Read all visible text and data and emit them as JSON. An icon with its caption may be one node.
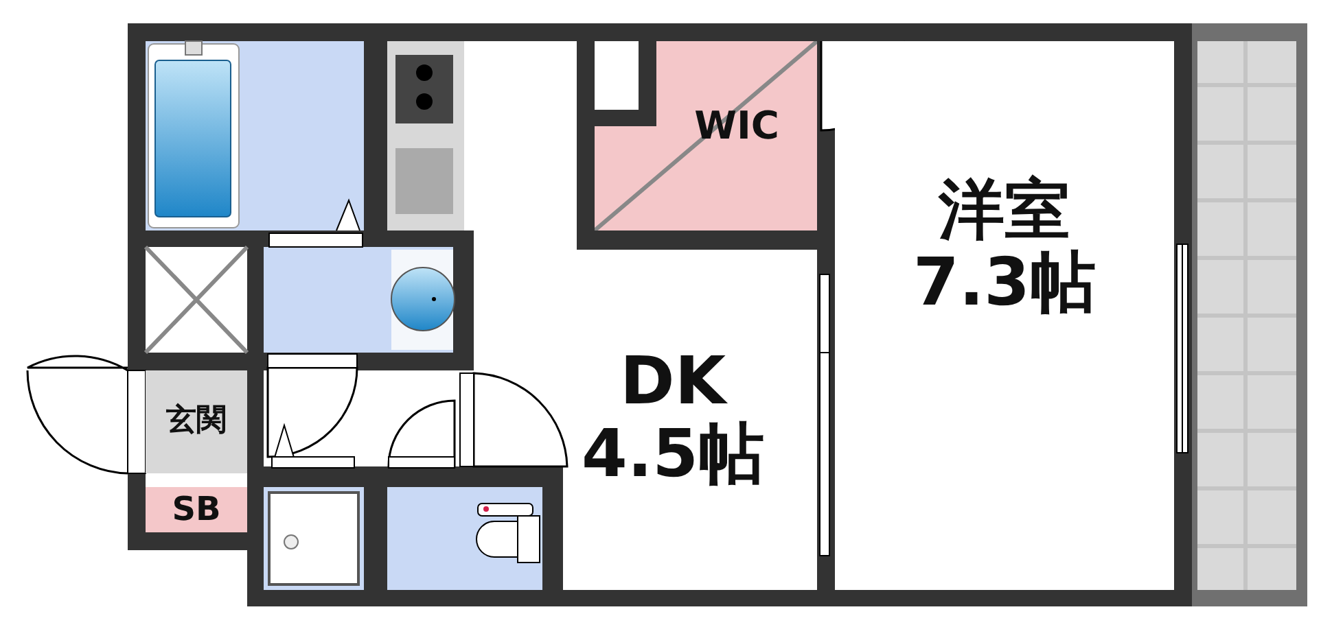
{
  "diagram": {
    "nodes": [
      {
        "text": [
          "WIC"
        ]
      },
      {
        "text": [
          "DK",
          "4.5帖"
        ]
      },
      {
        "text": [
          "洋室",
          "7.3帖"
        ]
      },
      {
        "text": [
          "玄関"
        ]
      },
      {
        "text": [
          "SB"
        ]
      }
    ]
  }
}
